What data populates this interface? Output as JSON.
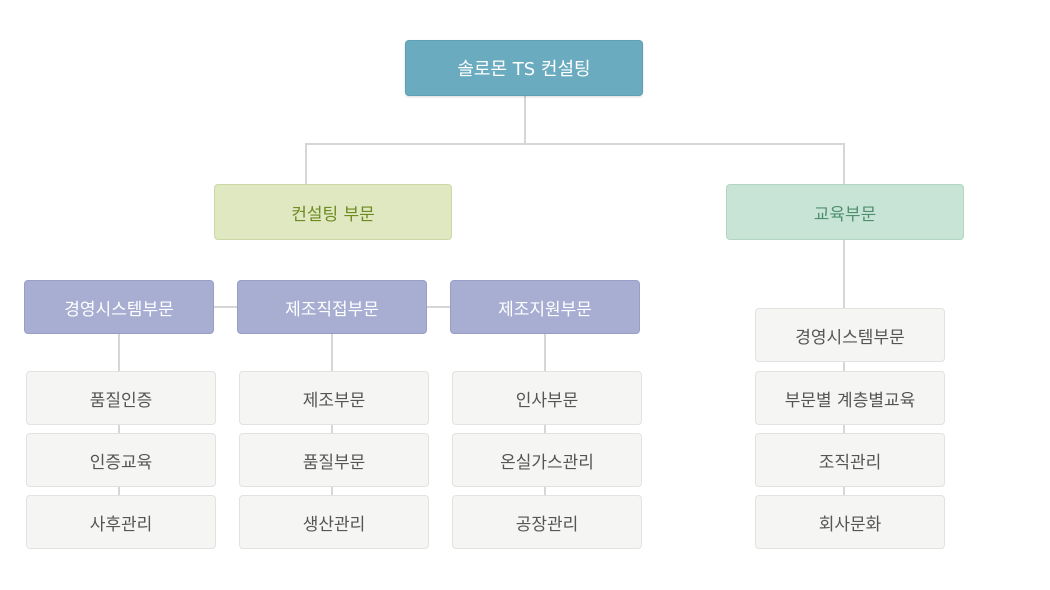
{
  "root": {
    "label": "솔로몬 TS 컨설팅"
  },
  "consulting": {
    "label": "컨설팅 부문",
    "groups": [
      {
        "label": "경영시스템부문",
        "items": [
          "품질인증",
          "인증교육",
          "사후관리"
        ]
      },
      {
        "label": "제조직접부문",
        "items": [
          "제조부문",
          "품질부문",
          "생산관리"
        ]
      },
      {
        "label": "제조지원부문",
        "items": [
          "인사부문",
          "온실가스관리",
          "공장관리"
        ]
      }
    ]
  },
  "education": {
    "label": "교육부문",
    "items": [
      "경영시스템부문",
      "부문별 계층별교육",
      "조직관리",
      "회사문화"
    ]
  },
  "colors": {
    "root": "#6aabc0",
    "consulting": "#dfe8c0",
    "education": "#c8e4d6",
    "group": "#a7aed2",
    "item": "#f5f5f4",
    "connector": "#d6d6d6"
  }
}
